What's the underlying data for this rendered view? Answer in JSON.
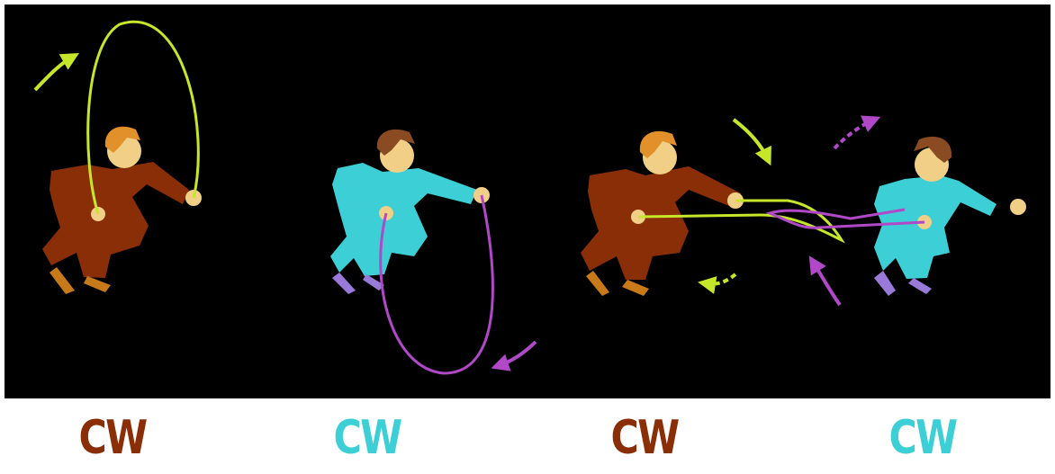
{
  "labels": {
    "figure_1": "CW",
    "figure_2": "CW",
    "figure_3": "CW",
    "figure_4": "CW"
  },
  "colors": {
    "background": "#000000",
    "brown_jumper": "#8a2e08",
    "cyan_jumper": "#3ccfd6",
    "green_rope": "#c6e62a",
    "purple_rope": "#b048c8",
    "skin": "#f2cf86",
    "brown_hair": "#8a4a22",
    "blond_hair": "#e2902a"
  },
  "icons": [
    "brown-jumper-icon",
    "cyan-jumper-icon",
    "green-rope-icon",
    "purple-rope-icon",
    "rotation-arrow-icon"
  ]
}
